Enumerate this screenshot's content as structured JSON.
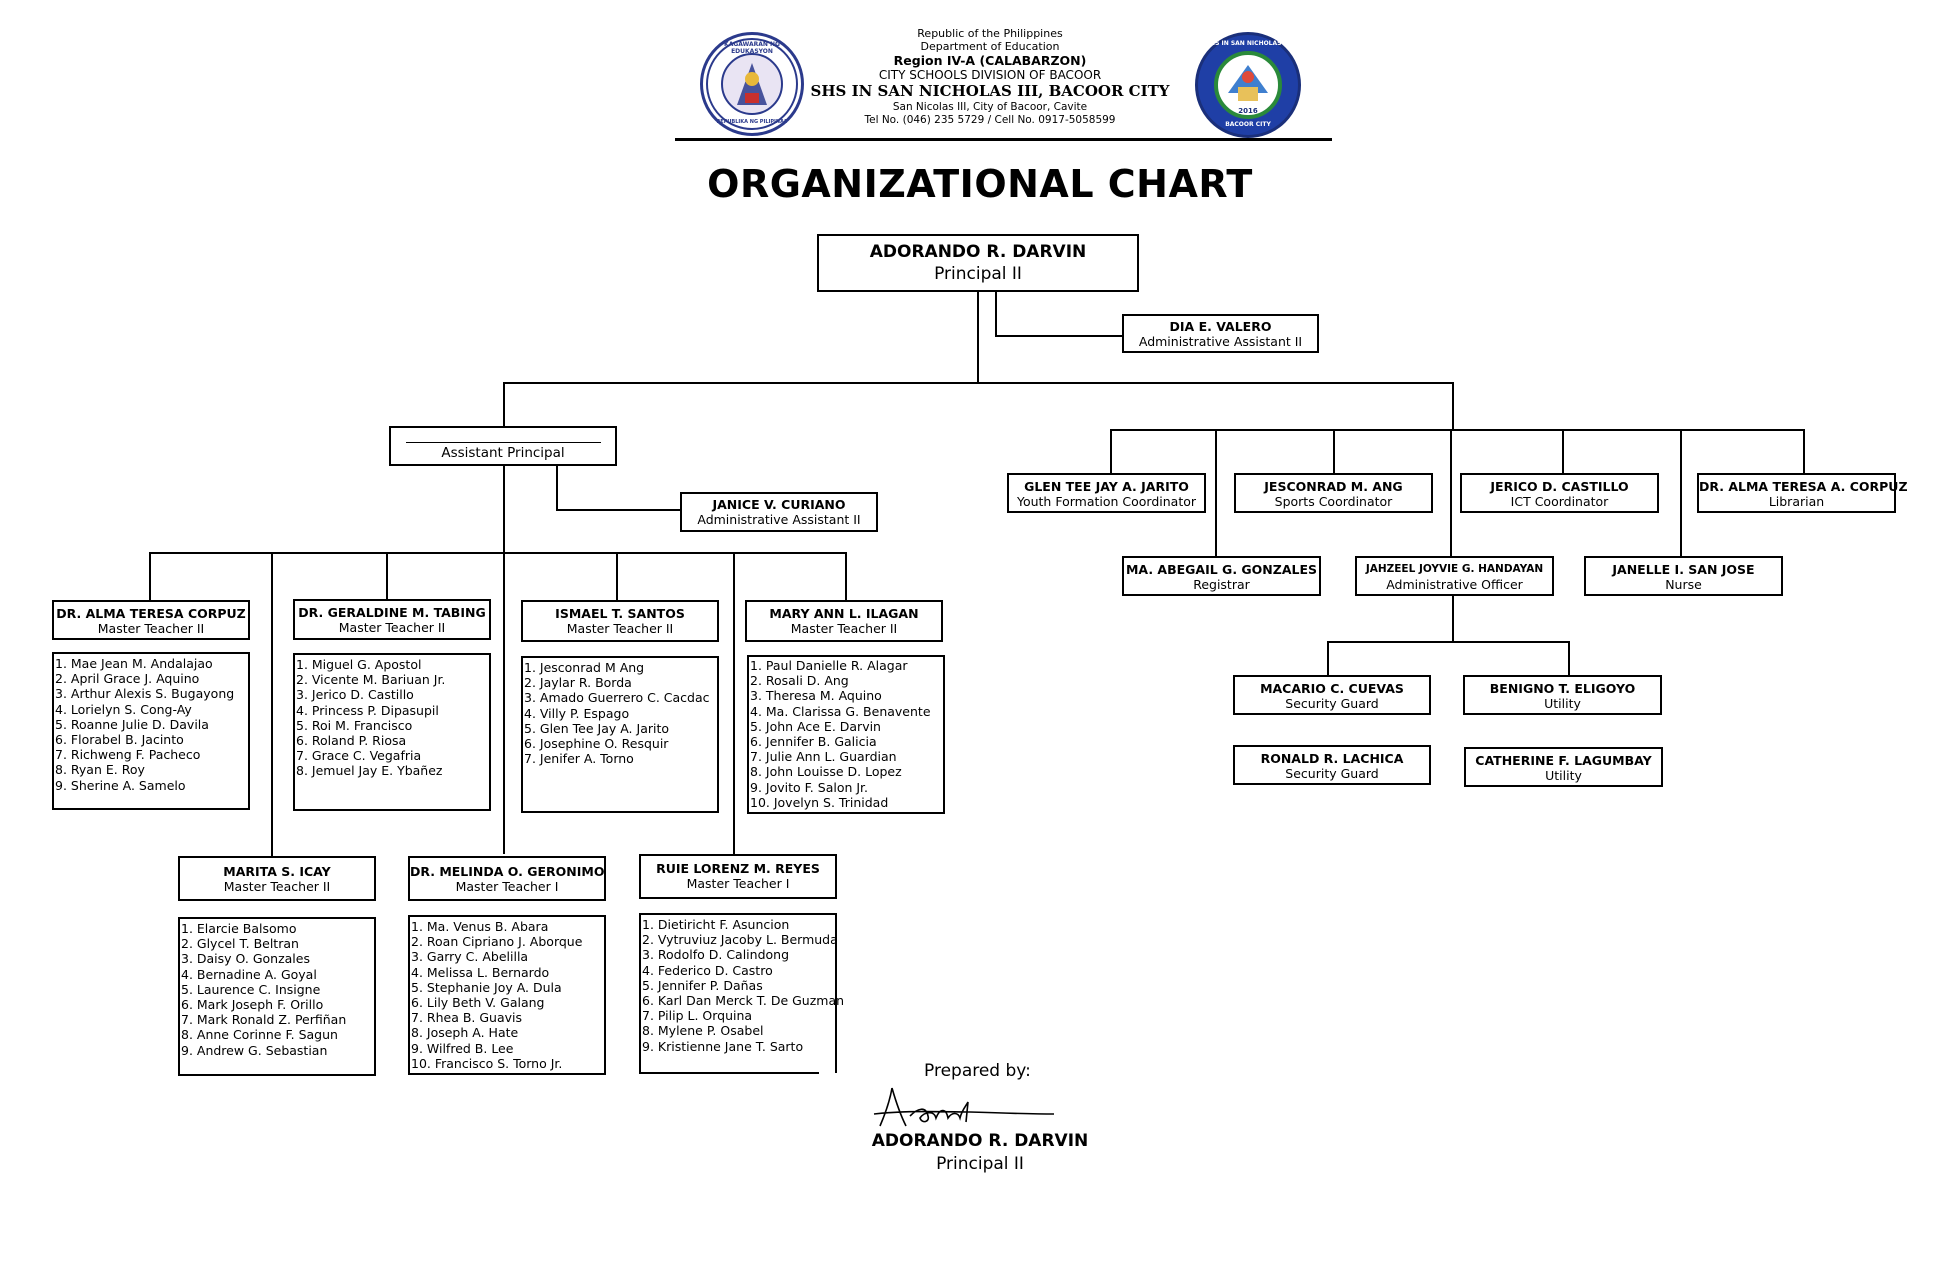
{
  "header": {
    "lines": [
      "Republic of the Philippines",
      "Department of Education",
      "Region IV-A (CALABARZON)",
      "CITY SCHOOLS DIVISION OF BACOOR",
      "SHS IN SAN NICHOLAS III, BACOOR CITY",
      "San Nicolas III, City of Bacoor, Cavite",
      "Tel No. (046) 235 5729 / Cell No. 0917-5058599"
    ],
    "left_seal_text": "KAGAWARAN NG EDUKASYON",
    "left_seal_bottom": "REPUBLIKA NG PILIPINAS",
    "right_seal_text": "SHS IN SAN NICHOLAS III",
    "right_seal_bottom": "BACOOR CITY",
    "right_seal_year": "2016"
  },
  "title": "ORGANIZATIONAL CHART",
  "principal": {
    "name": "ADORANDO R. DARVIN",
    "position": "Principal II"
  },
  "admin_assistant_principal": {
    "name": "DIA E. VALERO",
    "position": "Administrative Assistant II"
  },
  "assistant_principal": {
    "name": "",
    "position": "Assistant Principal"
  },
  "admin_assistant_ap": {
    "name": "JANICE V. CURIANO",
    "position": "Administrative Assistant II"
  },
  "coordinators": [
    {
      "name": "GLEN TEE JAY A. JARITO",
      "position": "Youth Formation Coordinator"
    },
    {
      "name": "JESCONRAD M. ANG",
      "position": "Sports Coordinator"
    },
    {
      "name": "JERICO D. CASTILLO",
      "position": "ICT Coordinator"
    },
    {
      "name": "DR. ALMA TERESA A. CORPUZ",
      "position": "Librarian"
    },
    {
      "name": "MA. ABEGAIL G. GONZALES",
      "position": "Registrar"
    },
    {
      "name": "JAHZEEL JOYVIE G. HANDAYAN",
      "position": "Administrative Officer"
    },
    {
      "name": "JANELLE I. SAN JOSE",
      "position": "Nurse"
    }
  ],
  "support_staff": [
    {
      "name": "MACARIO C. CUEVAS",
      "position": "Security Guard"
    },
    {
      "name": "BENIGNO T. ELIGOYO",
      "position": "Utility"
    },
    {
      "name": "RONALD R. LACHICA",
      "position": "Security Guard"
    },
    {
      "name": "CATHERINE F. LAGUMBAY",
      "position": "Utility"
    }
  ],
  "master_teachers": [
    {
      "name": "DR. ALMA TERESA CORPUZ",
      "position": "Master Teacher II",
      "members": [
        "1. Mae Jean M. Andalajao",
        "2. April Grace J. Aquino",
        "3. Arthur Alexis S. Bugayong",
        "4. Lorielyn S. Cong-Ay",
        "5. Roanne Julie D. Davila",
        "6. Florabel B. Jacinto",
        "7. Richweng F. Pacheco",
        "8. Ryan E. Roy",
        "9. Sherine A. Samelo"
      ]
    },
    {
      "name": "DR. GERALDINE M. TABING",
      "position": "Master Teacher II",
      "members": [
        "1. Miguel G. Apostol",
        "2. Vicente M. Bariuan Jr.",
        "3. Jerico D. Castillo",
        "4. Princess P. Dipasupil",
        "5. Roi M. Francisco",
        "6. Roland P. Riosa",
        "7. Grace C. Vegafria",
        "8. Jemuel Jay E. Ybañez"
      ]
    },
    {
      "name": "ISMAEL T. SANTOS",
      "position": "Master Teacher II",
      "members": [
        "1. Jesconrad M Ang",
        "2. Jaylar R. Borda",
        "3. Amado Guerrero C. Cacdac",
        "4. Villy P. Espago",
        "5. Glen Tee Jay A. Jarito",
        "6. Josephine O. Resquir",
        "7. Jenifer A. Torno"
      ]
    },
    {
      "name": "MARY ANN L. ILAGAN",
      "position": "Master Teacher II",
      "members": [
        "1. Paul Danielle R. Alagar",
        "2. Rosali D. Ang",
        "3. Theresa M. Aquino",
        "4. Ma. Clarissa G. Benavente",
        "5. John Ace E. Darvin",
        "6. Jennifer B. Galicia",
        "7. Julie Ann L. Guardian",
        "8. John Louisse D. Lopez",
        "9. Jovito F. Salon Jr.",
        "10. Jovelyn S. Trinidad"
      ]
    },
    {
      "name": "MARITA S. ICAY",
      "position": "Master Teacher II",
      "members": [
        "1. Elarcie Balsomo",
        "2. Glycel T. Beltran",
        "3. Daisy O. Gonzales",
        "4. Bernadine A. Goyal",
        "5. Laurence C. Insigne",
        "6. Mark Joseph F. Orillo",
        "7. Mark Ronald Z. Perfiñan",
        "8. Anne Corinne F. Sagun",
        "9. Andrew G. Sebastian"
      ]
    },
    {
      "name": "DR. MELINDA O. GERONIMO",
      "position": "Master Teacher I",
      "members": [
        "1. Ma. Venus B. Abara",
        "2. Roan Cipriano J. Aborque",
        "3. Garry C. Abelilla",
        "4. Melissa L. Bernardo",
        "5. Stephanie Joy A. Dula",
        "6. Lily Beth V. Galang",
        "7. Rhea B. Guavis",
        "8. Joseph A. Hate",
        "9. Wilfred B. Lee",
        "10. Francisco S. Torno Jr."
      ]
    },
    {
      "name": "RUIE LORENZ M. REYES",
      "position": "Master Teacher I",
      "members": [
        "1. Dietiricht F. Asuncion",
        "2. Vytruviuz Jacoby L. Bermuda",
        "3. Rodolfo D. Calindong",
        "4. Federico D. Castro",
        "5. Jennifer P. Dañas",
        "6. Karl Dan Merck T. De Guzman",
        "7. Pilip L. Orquina",
        "8. Mylene P. Osabel",
        "9. Kristienne Jane T. Sarto"
      ]
    }
  ],
  "prepared_by": {
    "label": "Prepared by:",
    "name": "ADORANDO R. DARVIN",
    "position": "Principal II"
  }
}
